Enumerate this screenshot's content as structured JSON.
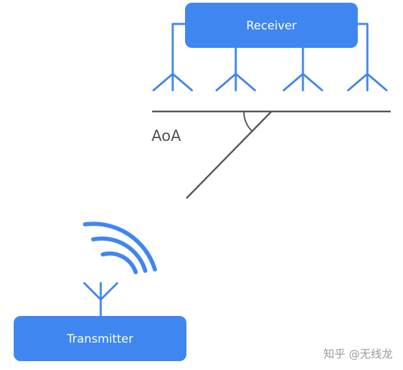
{
  "receiver": {
    "label": "Receiver",
    "antenna_count": 4
  },
  "transmitter": {
    "label": "Transmitter"
  },
  "angle": {
    "label": "AoA"
  },
  "watermark": {
    "text": "知乎 @无线龙"
  },
  "colors": {
    "blue": "#3f86f0",
    "line": "#555555",
    "label": "#555555",
    "watermark": "#9a9a9a",
    "background": "#ffffff"
  }
}
